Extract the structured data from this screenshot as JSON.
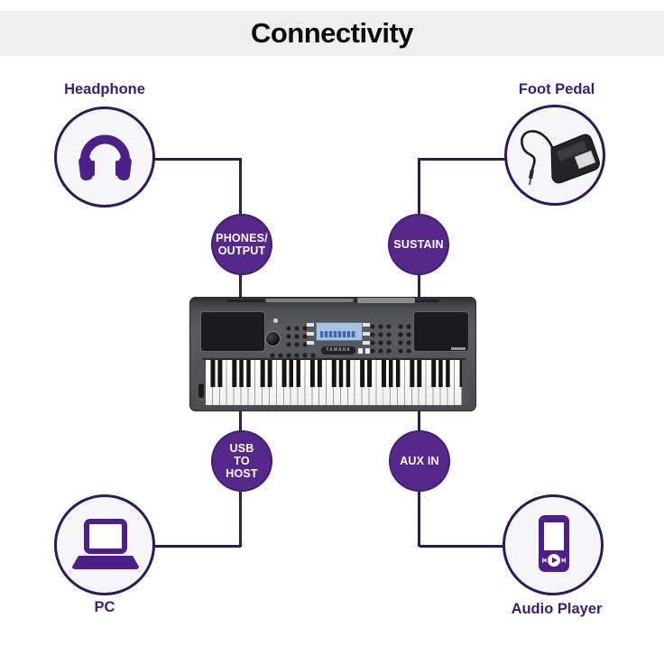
{
  "title": "Connectivity",
  "colors": {
    "banner_gray": "#eeeeee",
    "title_black": "#0b0b0b",
    "label_purple": "#3b1d72",
    "line_purple": "#2c1e52",
    "port_circle_purple": "#57288c",
    "icon_purple": "#4c1f8a",
    "device_circle_fill": "#f6f5f7",
    "device_circle_border": "#2d1a5c"
  },
  "devices": {
    "headphone": {
      "label": "Headphone",
      "icon": "headphones-icon"
    },
    "foot_pedal": {
      "label": "Foot Pedal",
      "icon": "sustain-pedal-icon"
    },
    "pc": {
      "label": "PC",
      "icon": "laptop-icon"
    },
    "audio_player": {
      "label": "Audio Player",
      "icon": "audio-player-icon"
    }
  },
  "ports": {
    "phones_output": {
      "lines": [
        "PHONES/",
        "OUTPUT"
      ]
    },
    "sustain": {
      "lines": [
        "SUSTAIN"
      ]
    },
    "usb_to_host": {
      "lines": [
        "USB",
        "TO",
        "HOST"
      ]
    },
    "aux_in": {
      "lines": [
        "AUX IN"
      ]
    }
  },
  "keyboard": {
    "logo": "YAMAHA"
  }
}
